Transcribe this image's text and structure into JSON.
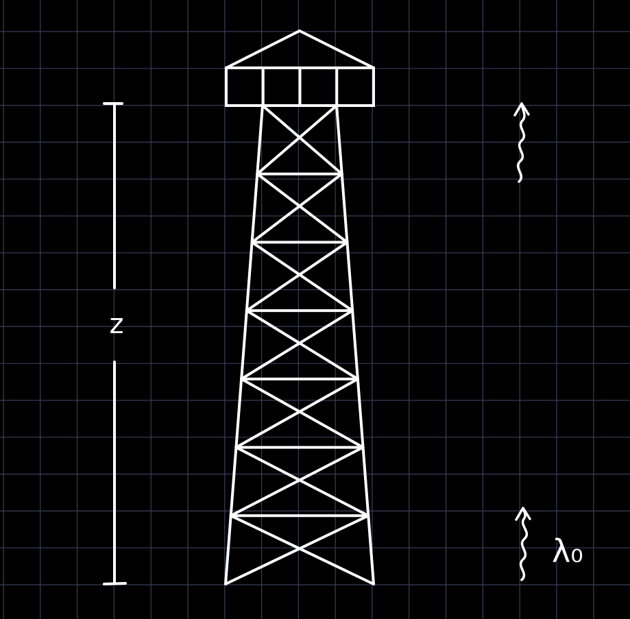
{
  "diagram": {
    "background_color": "#000000",
    "grid_color": "#3a3f5a",
    "stroke_color": "#ffffff",
    "height_label": "z",
    "wavelength_label": "λ₀",
    "tower": {
      "cabin_panels": 4,
      "truss_sections": 7
    },
    "arrows": [
      {
        "name": "upper-wavy-arrow"
      },
      {
        "name": "lower-wavy-arrow"
      }
    ]
  }
}
